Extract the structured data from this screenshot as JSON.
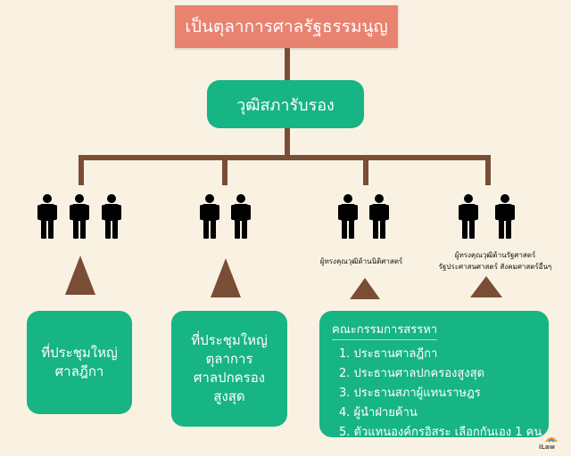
{
  "title": "เป็นตุลาการศาลรัฐธรรมนูญ",
  "approver": "วุฒิสภารับรอง",
  "groups": [
    {
      "count": 3,
      "label": "",
      "box_lines": [
        "ที่ประชุมใหญ่",
        "ศาลฎีกา"
      ]
    },
    {
      "count": 2,
      "label": "",
      "box_lines": [
        "ที่ประชุมใหญ่",
        "ตุลาการ",
        "ศาลปกครอง",
        "สูงสุด"
      ]
    },
    {
      "count": 2,
      "label": "ผู้ทรงคุณวุฒิด้านนิติศาสตร์"
    },
    {
      "count": 2,
      "label_lines": [
        "ผู้ทรงคุณวุฒิด้านรัฐศาสตร์",
        "รัฐประศาสนศาสตร์ สังคมศาสตร์อื่นๆ"
      ]
    }
  ],
  "committee": {
    "heading": "คณะกรรมการสรรหา",
    "items": [
      "1. ประธานศาลฎีกา",
      "2. ประธานศาลปกครองสูงสุด",
      "3. ประธานสภาผู้แทนราษฎร",
      "4. ผู้นำฝ่ายค้าน",
      "5. ตัวแทนองค์กรอิสระ เลือกกันเอง 1 คน"
    ]
  },
  "logo_text": "iLaw",
  "colors": {
    "title_bg": "#e9826f",
    "green": "#17b484",
    "line": "#7a4d36",
    "background": "#f9f2e3"
  }
}
